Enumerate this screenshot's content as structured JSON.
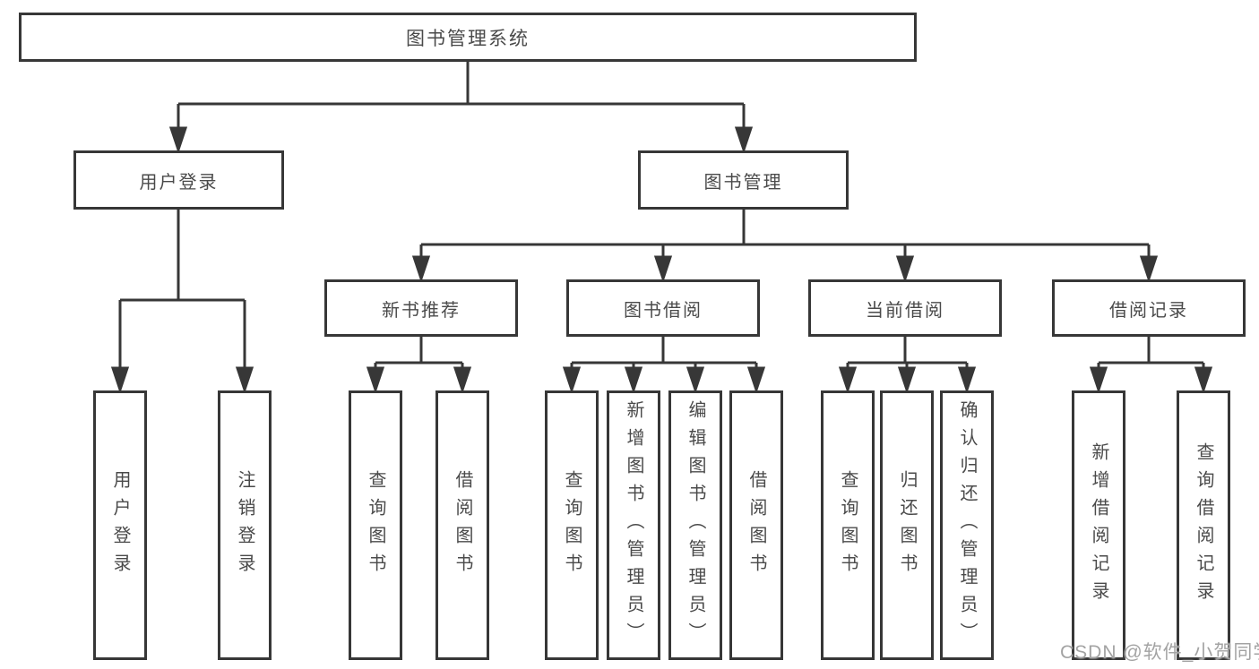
{
  "diagram": {
    "type": "functional-structure-tree",
    "nodes": {
      "root": {
        "label": "图书管理系统"
      },
      "user_login": {
        "label": "用户登录"
      },
      "book_mgmt": {
        "label": "图书管理"
      },
      "new_books": {
        "label": "新书推荐"
      },
      "book_borrow": {
        "label": "图书借阅"
      },
      "current_borrow": {
        "label": "当前借阅"
      },
      "borrow_records": {
        "label": "借阅记录"
      },
      "login": {
        "label": "用户登录"
      },
      "logout": {
        "label": "注销登录"
      },
      "nb_query": {
        "label": "查询图书"
      },
      "nb_borrow": {
        "label": "借阅图书"
      },
      "bb_query": {
        "label": "查询图书"
      },
      "bb_add": {
        "label": "新增图书（管理员）"
      },
      "bb_edit": {
        "label": "编辑图书（管理员）"
      },
      "bb_borrow": {
        "label": "借阅图书"
      },
      "cb_query": {
        "label": "查询图书"
      },
      "cb_return": {
        "label": "归还图书"
      },
      "cb_confirm": {
        "label": "确认归还（管理员）"
      },
      "br_add": {
        "label": "新增借阅记录"
      },
      "br_query": {
        "label": "查询借阅记录"
      }
    },
    "hierarchy": {
      "图书管理系统": {
        "用户登录": [
          "用户登录",
          "注销登录"
        ],
        "图书管理": {
          "新书推荐": [
            "查询图书",
            "借阅图书"
          ],
          "图书借阅": [
            "查询图书",
            "新增图书（管理员）",
            "编辑图书（管理员）",
            "借阅图书"
          ],
          "当前借阅": [
            "查询图书",
            "归还图书",
            "确认归还（管理员）"
          ],
          "借阅记录": [
            "新增借阅记录",
            "查询借阅记录"
          ]
        }
      }
    }
  },
  "watermark": {
    "text": "CSDN @软件_小贺同学"
  },
  "colors": {
    "line": "#373737",
    "box_border": "#373737",
    "text": "#4a4a4a",
    "watermark": "#a3a3a3",
    "background": "#ffffff"
  }
}
